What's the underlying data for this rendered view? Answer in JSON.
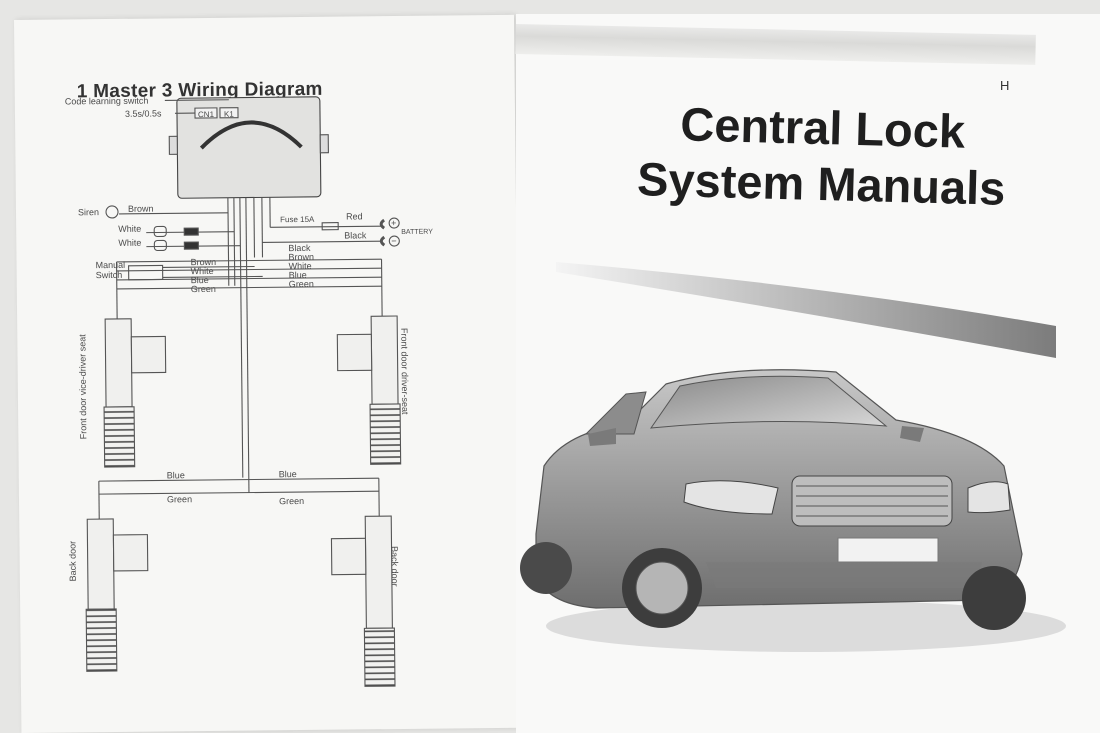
{
  "manual_left": {
    "title": "1 Master 3 Wiring Diagram",
    "labels": {
      "code_learning_switch": "Code learning switch",
      "timing": "3.5s/0.5s",
      "cn1": "CN1",
      "k1": "K1",
      "siren": "Siren",
      "manual": "Manual",
      "switch": "Switch",
      "fuse": "Fuse 15A",
      "battery": "BATTERY",
      "plus": "+",
      "minus": "−",
      "front_vice": "Front door vice-driver seat",
      "front_driver": "Front door driver-seat",
      "back_left": "Back door",
      "back_right": "Back door"
    },
    "wires": {
      "brown": "Brown",
      "white": "White",
      "red": "Red",
      "black": "Black",
      "blue": "Blue",
      "green": "Green"
    }
  },
  "manual_right": {
    "corner_letter": "H",
    "title_line1": "Central Lock",
    "title_line2": "System Manuals"
  }
}
